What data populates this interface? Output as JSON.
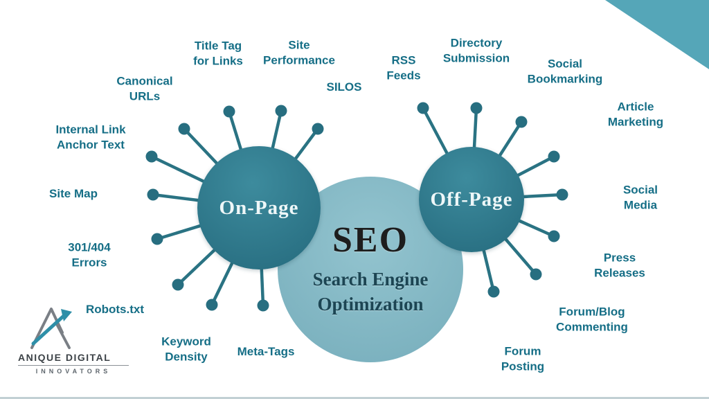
{
  "center": {
    "title": "SEO",
    "subtitle_line1": "Search Engine",
    "subtitle_line2": "Optimization"
  },
  "onpage": {
    "label": "On-Page",
    "items": [
      "Canonical URLs",
      "Title Tag for Links",
      "Site Performance",
      "SILOS",
      "Internal Link Anchor Text",
      "Site Map",
      "301/404 Errors",
      "Robots.txt",
      "Keyword Density",
      "Meta-Tags"
    ]
  },
  "offpage": {
    "label": "Off-Page",
    "items": [
      "RSS Feeds",
      "Directory Submission",
      "Social Bookmarking",
      "Article Marketing",
      "Social Media",
      "Press Releases",
      "Forum/Blog Commenting",
      "Forum Posting"
    ]
  },
  "logo": {
    "name": "ANIQUE DIGITAL",
    "tagline": "INNOVATORS"
  },
  "colors": {
    "spoke_line": "#2a7383",
    "hub_fill": "#2f7b8e",
    "center_fill": "#84b9c5",
    "label_text": "#156e86",
    "corner_accent": "#55a6b8"
  }
}
